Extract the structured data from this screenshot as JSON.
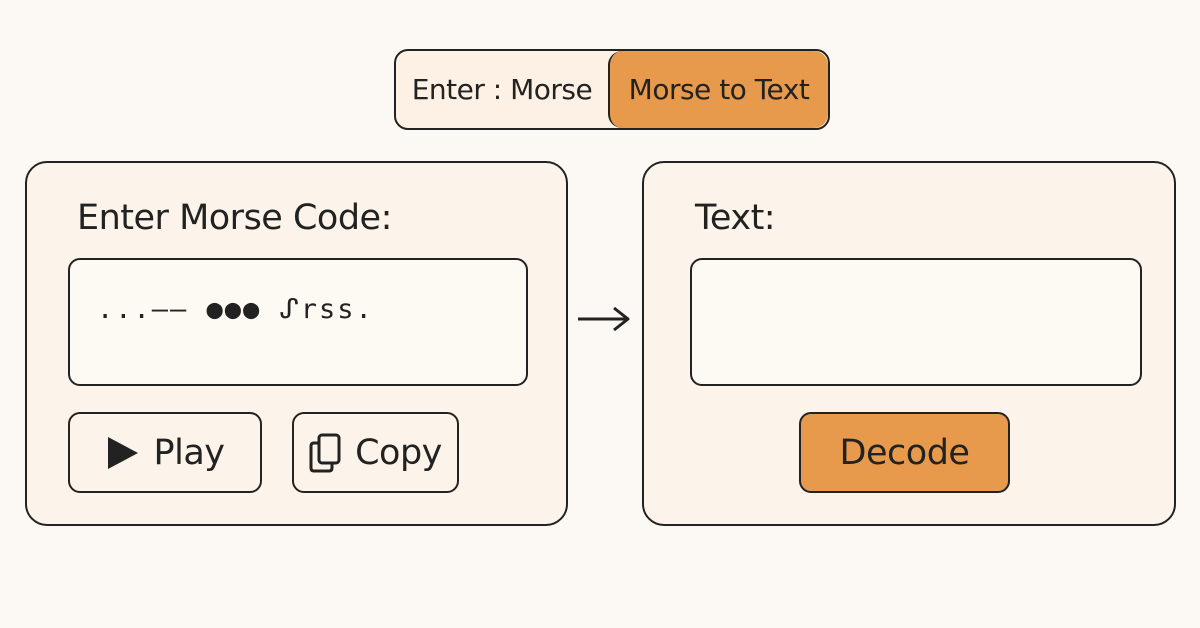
{
  "toggle": {
    "left_label": "Enter : Morse",
    "right_label": "Morse to Text"
  },
  "input_panel": {
    "title": "Enter Morse Code:",
    "morse_value": "...‒‒ ●●● ᔑrss.",
    "play_label": "Play",
    "copy_label": "Copy"
  },
  "output_panel": {
    "title": "Text:",
    "text_value": "",
    "decode_label": "Decode"
  },
  "colors": {
    "accent": "#e79a4b",
    "background": "#fcf8f3",
    "outline": "#222222"
  },
  "icons": {
    "play": "play-icon",
    "copy": "copy-icon",
    "arrow": "arrow-right-icon"
  }
}
